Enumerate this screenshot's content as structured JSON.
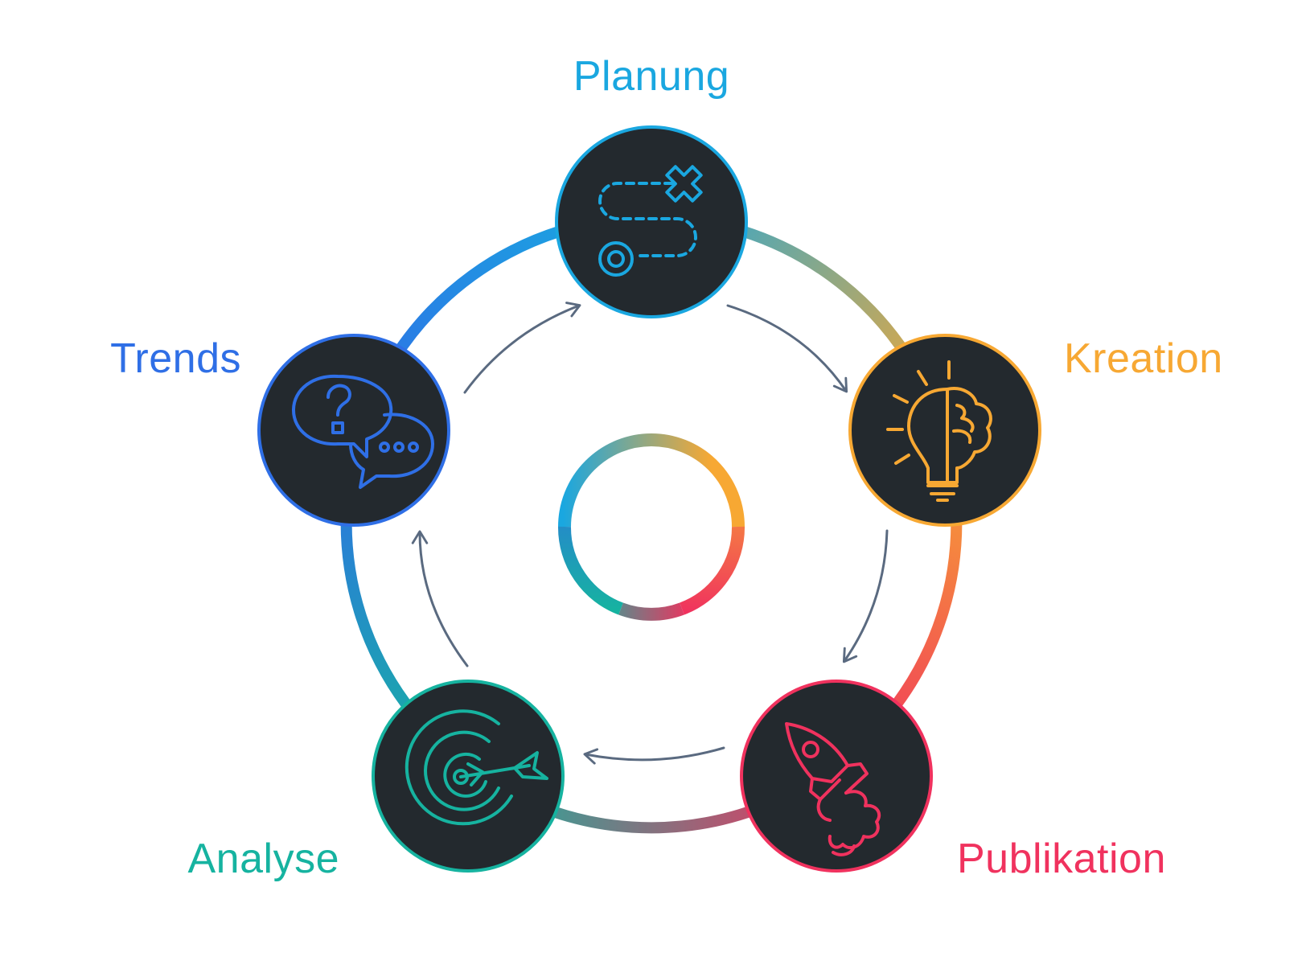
{
  "diagram": {
    "stages": [
      {
        "id": "planung",
        "label": "Planung",
        "color": "#1aa7e0",
        "icon": "treasure-map-route-icon"
      },
      {
        "id": "kreation",
        "label": "Kreation",
        "color": "#f7a833",
        "icon": "lightbulb-brain-icon"
      },
      {
        "id": "publikation",
        "label": "Publikation",
        "color": "#f0325e",
        "icon": "rocket-launch-icon"
      },
      {
        "id": "analyse",
        "label": "Analyse",
        "color": "#16b3a0",
        "icon": "target-dart-icon"
      },
      {
        "id": "trends",
        "label": "Trends",
        "color": "#2f6fe6",
        "icon": "speech-bubbles-question-icon"
      }
    ],
    "flow": "clockwise",
    "node_fill": "#23292e",
    "arrow_color": "#5a6a80",
    "center_ring_colors": [
      "#1aa7e0",
      "#f7a833",
      "#f0325e",
      "#16b3a0",
      "#2f6fe6"
    ]
  }
}
